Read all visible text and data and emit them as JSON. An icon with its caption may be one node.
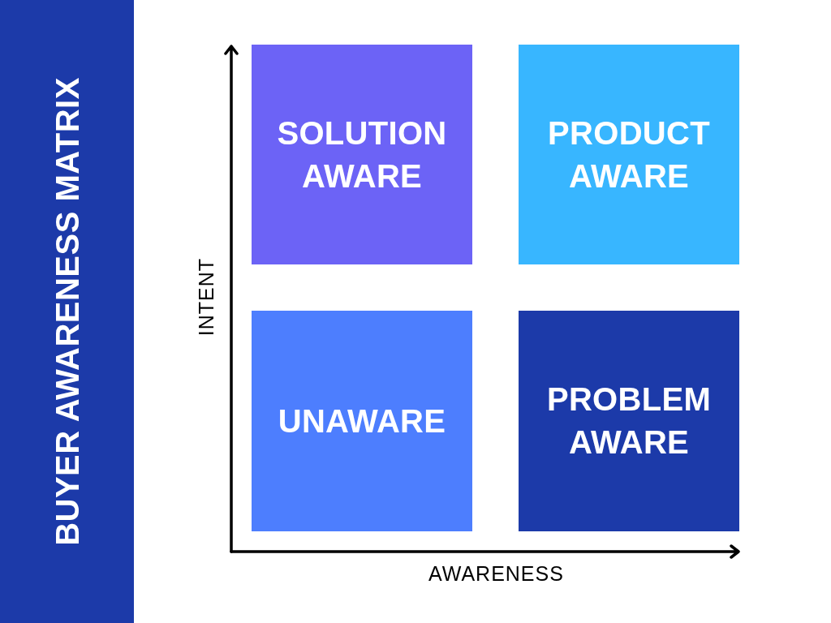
{
  "diagram": {
    "title": "BUYER AWARENESS MATRIX",
    "nodes": [
      {
        "text": [
          "SOLUTION AWARE"
        ]
      },
      {
        "text": [
          "PRODUCT AWARE"
        ]
      },
      {
        "text": [
          "UNAWARE"
        ]
      },
      {
        "text": [
          "PROBLEM AWARE"
        ]
      }
    ],
    "labels": [
      "INTENT",
      "AWARENESS"
    ]
  }
}
